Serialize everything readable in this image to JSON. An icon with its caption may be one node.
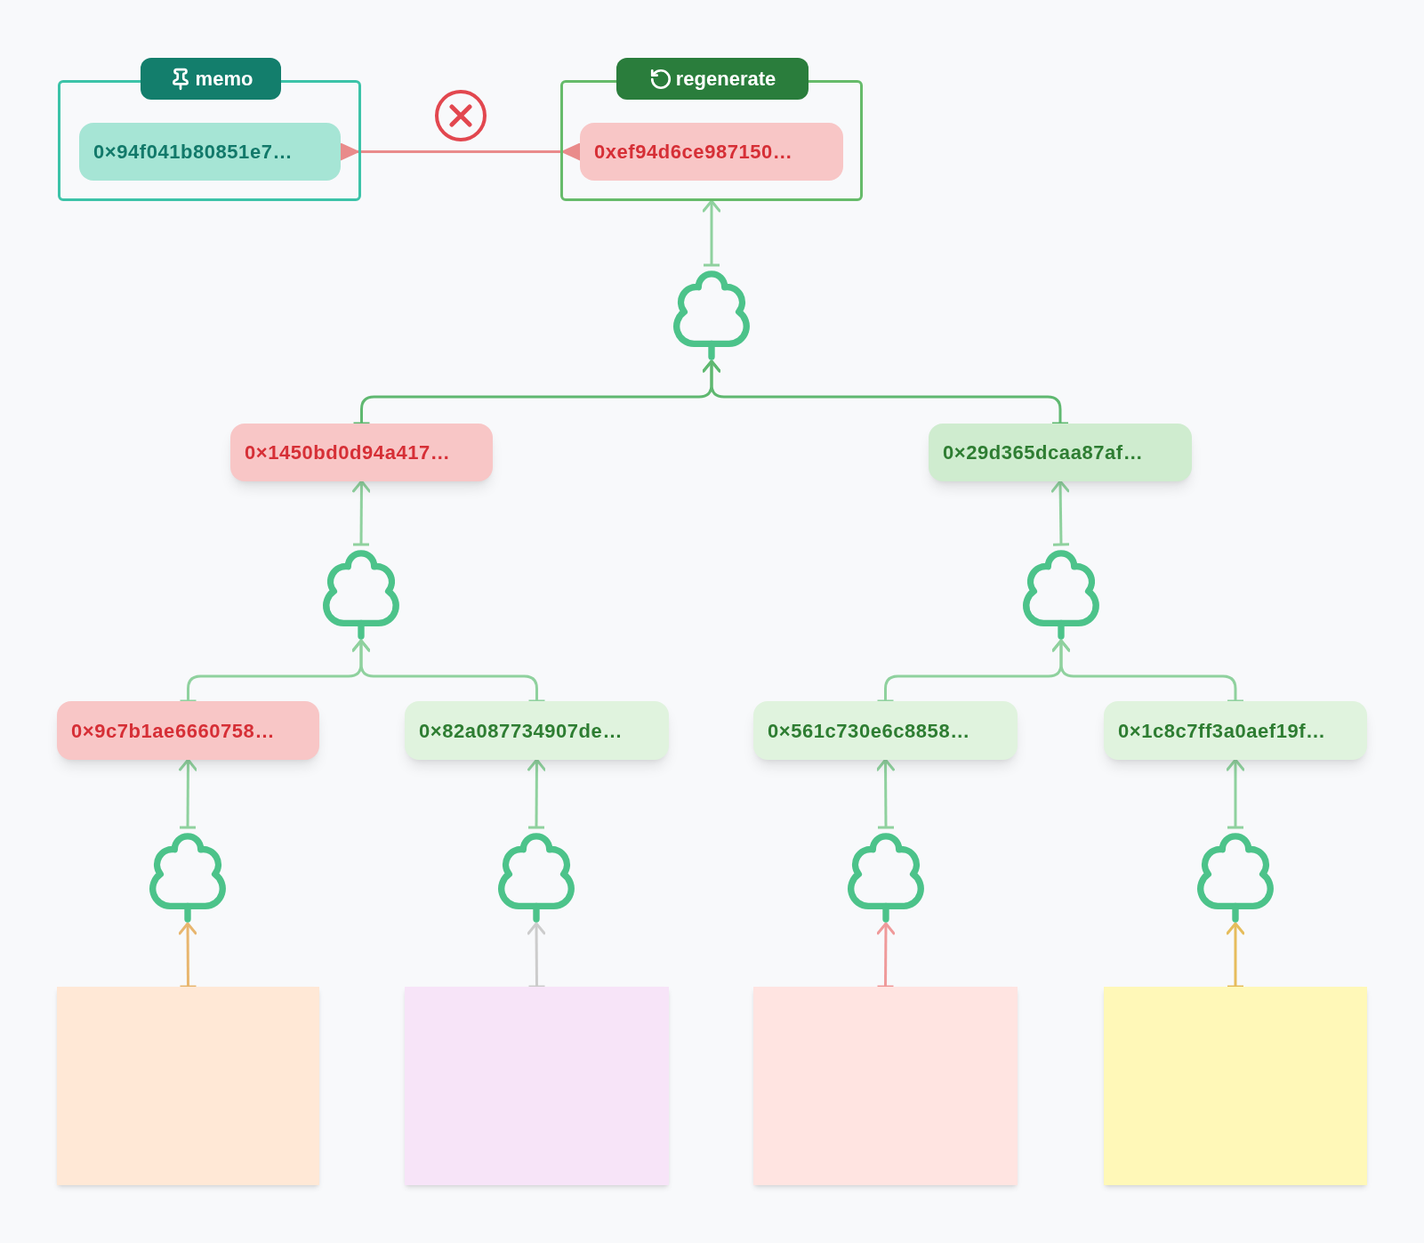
{
  "diagram": {
    "nodes": [
      {
        "text": [
          "memo"
        ]
      },
      {
        "text": [
          "0×94f041b80851e7…"
        ],
        "in": 0
      },
      {
        "text": [
          "regenerate"
        ]
      },
      {
        "text": [
          "0xef94d6ce987150…"
        ],
        "in": 2
      },
      {
        "text": [],
        "shape": "tree"
      },
      {
        "text": [
          "0×1450bd0d94a417…"
        ]
      },
      {
        "text": [
          "0×29d365dcaa87af…"
        ]
      },
      {
        "text": [],
        "shape": "tree"
      },
      {
        "text": [],
        "shape": "tree"
      },
      {
        "text": [
          "0×9c7b1ae6660758…"
        ]
      },
      {
        "text": [
          "0×82a087734907de…"
        ]
      },
      {
        "text": [
          "0×561c730e6c8858…"
        ]
      },
      {
        "text": [
          "0×1c8c7ff3a0aef19f…"
        ]
      },
      {
        "text": [],
        "shape": "tree"
      },
      {
        "text": [],
        "shape": "tree"
      },
      {
        "text": [],
        "shape": "tree"
      },
      {
        "text": [],
        "shape": "tree"
      },
      {
        "text": [],
        "shape": "box"
      },
      {
        "text": [],
        "shape": "box"
      },
      {
        "text": [],
        "shape": "box"
      },
      {
        "text": [],
        "shape": "box"
      }
    ],
    "edges": [
      {
        "from": 1,
        "to": 3,
        "arrow": "other",
        "color": "#e98b8b"
      },
      {
        "from": 4,
        "to": 2,
        "arrow": "to"
      },
      {
        "from": 5,
        "to": 4,
        "arrow": "to",
        "color": "#5fb870"
      },
      {
        "from": 6,
        "to": 4,
        "arrow": "to",
        "color": "#5fb870"
      },
      {
        "from": 7,
        "to": 5,
        "arrow": "to"
      },
      {
        "from": 8,
        "to": 6,
        "arrow": "to"
      },
      {
        "from": 9,
        "to": 7,
        "arrow": "to"
      },
      {
        "from": 10,
        "to": 7,
        "arrow": "to"
      },
      {
        "from": 11,
        "to": 8,
        "arrow": "to"
      },
      {
        "from": 12,
        "to": 8,
        "arrow": "to"
      },
      {
        "from": 13,
        "to": 9,
        "arrow": "to"
      },
      {
        "from": 14,
        "to": 10,
        "arrow": "to"
      },
      {
        "from": 15,
        "to": 11,
        "arrow": "to"
      },
      {
        "from": 16,
        "to": 12,
        "arrow": "to"
      },
      {
        "from": 17,
        "to": 13,
        "arrow": "to",
        "color": "#e8b66f"
      },
      {
        "from": 18,
        "to": 14,
        "arrow": "to",
        "color": "#cccccc"
      },
      {
        "from": 19,
        "to": 15,
        "arrow": "to",
        "color": "#ef9a9a"
      },
      {
        "from": 20,
        "to": 16,
        "arrow": "to",
        "color": "#e6bd5c"
      }
    ]
  }
}
